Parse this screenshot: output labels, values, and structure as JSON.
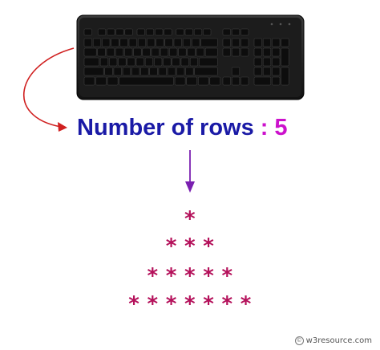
{
  "heading": {
    "label": "Number of rows",
    "separator": ":",
    "value": "5"
  },
  "pattern": {
    "rows": [
      "*",
      "* * *",
      "* * * * *",
      "* * * * * * *"
    ]
  },
  "credit": {
    "copyright_symbol": "©",
    "text": "w3resource.com"
  },
  "colors": {
    "heading_label": "#1a1aa6",
    "heading_value": "#cc11cc",
    "pattern": "#b4105a",
    "curved_arrow": "#d02020",
    "down_arrow": "#7a1fb0"
  },
  "icons": [
    "keyboard-image",
    "curved-arrow-icon",
    "down-arrow-icon"
  ]
}
